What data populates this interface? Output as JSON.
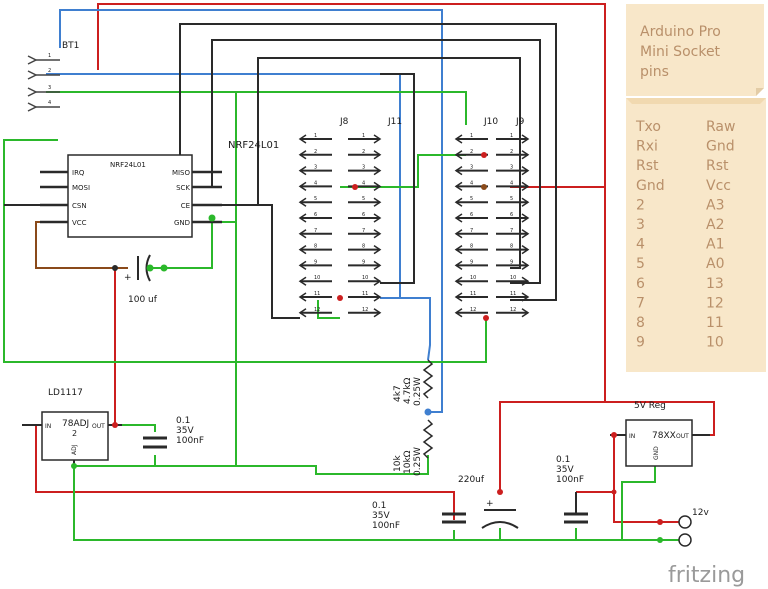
{
  "note_socket": {
    "title_lines": [
      "Arduino Pro",
      "Mini Socket",
      "pins"
    ]
  },
  "note_pins": {
    "rows": [
      [
        "Txo",
        "Raw"
      ],
      [
        "Rxi",
        "Gnd"
      ],
      [
        "Rst",
        "Rst"
      ],
      [
        "Gnd",
        "Vcc"
      ],
      [
        "2",
        "A3"
      ],
      [
        "3",
        "A2"
      ],
      [
        "4",
        "A1"
      ],
      [
        "5",
        "A0"
      ],
      [
        "6",
        "13"
      ],
      [
        "7",
        "12"
      ],
      [
        "8",
        "11"
      ],
      [
        "9",
        "10"
      ]
    ]
  },
  "parts": {
    "bt1": "BT1",
    "nrf_title": "NRF24L01",
    "nrf_chip": "NRF24L01",
    "nrf_pins_left": [
      "IRQ",
      "MOSI",
      "CSN",
      "VCC"
    ],
    "nrf_pins_right": [
      "MISO",
      "SCK",
      "CE",
      "GND"
    ],
    "cap_100uf": "100 uf",
    "j8": "J8",
    "j11": "J11",
    "j10": "J10",
    "j9": "J9",
    "ld_title": "LD1117",
    "ld_chip": [
      "78ADJ",
      "2"
    ],
    "ld_in": "IN",
    "ld_out": "OUT",
    "ld_adj": "ADJ",
    "cap1": [
      "0.1",
      "35V",
      "100nF"
    ],
    "res1": [
      "4k7",
      "4.7kΩ",
      "0.25W"
    ],
    "res2": [
      "10k",
      "10kΩ",
      "0.25W"
    ],
    "cap_220": "220uf",
    "cap2": [
      "0.1",
      "35V",
      "100nF"
    ],
    "cap3": [
      "0.1",
      "35V",
      "100nF"
    ],
    "reg_title": "5V Reg",
    "reg_chip": "78XX",
    "reg_in": "IN",
    "reg_out": "OUT",
    "reg_gnd": "GND",
    "supply": "12v",
    "plus": "+"
  },
  "header_pins": [
    "1",
    "2",
    "3",
    "4",
    "5",
    "6",
    "7",
    "8",
    "9",
    "10",
    "11",
    "12"
  ],
  "bt_pins": [
    "1",
    "2",
    "3",
    "4"
  ],
  "brand": "fritzing",
  "colors": {
    "red": "#cc1f1f",
    "green": "#2bb82b",
    "blue": "#3f7fd0",
    "black": "#2a2a2a",
    "gray": "#444444",
    "brown": "#8a4a1a",
    "note": "#f8e7c9"
  }
}
